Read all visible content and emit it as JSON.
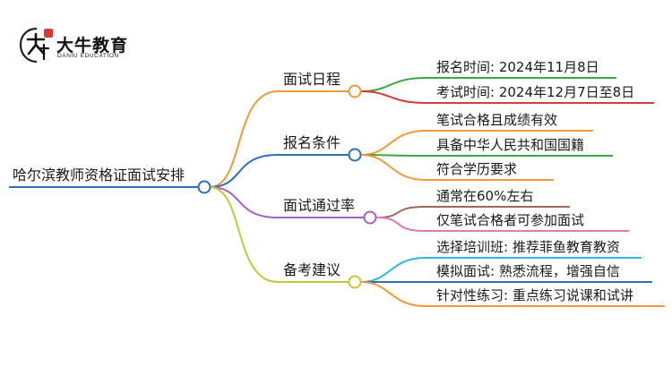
{
  "brand": {
    "name": "大牛教育",
    "sub": "DANIU EDUCATION"
  },
  "root": {
    "label": "哈尔滨教师资格证面试安排"
  },
  "branches": [
    {
      "label": "面试日程",
      "color": "#f29a3a",
      "children": [
        {
          "label": "报名时间: 2024年11月8日",
          "color": "#3aa844"
        },
        {
          "label": "考试时间: 2024年12月7日至8日",
          "color": "#d93a3a"
        }
      ]
    },
    {
      "label": "报名条件",
      "color": "#2f6fb3",
      "children": [
        {
          "label": "笔试合格且成绩有效",
          "color": "#f29a3a"
        },
        {
          "label": "具备中华人民共和国国籍",
          "color": "#3aa844"
        },
        {
          "label": "符合学历要求",
          "color": "#f29a3a"
        }
      ]
    },
    {
      "label": "面试通过率",
      "color": "#a560c8",
      "children": [
        {
          "label": "通常在60%左右",
          "color": "#9b6a5a"
        },
        {
          "label": "仅笔试合格者可参加面试",
          "color": "#e07ab4"
        }
      ]
    },
    {
      "label": "备考建议",
      "color": "#c2c83a",
      "children": [
        {
          "label": "选择培训班: 推荐菲鱼教育教资",
          "color": "#35b8d8"
        },
        {
          "label": "模拟面试: 熟悉流程，增强自信",
          "color": "#2f6fb3"
        },
        {
          "label": "针对性练习: 重点练习说课和试讲",
          "color": "#f29a3a"
        }
      ]
    }
  ]
}
